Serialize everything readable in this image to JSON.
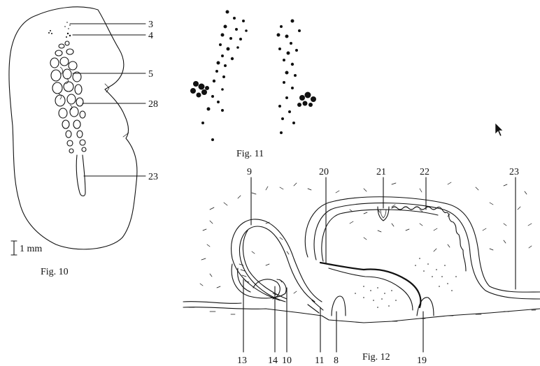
{
  "figures": [
    {
      "caption": "Fig.  10",
      "scale_bar": "1 mm",
      "labels": [
        "3",
        "4",
        "5",
        "28",
        "23"
      ]
    },
    {
      "caption": "Fig. 11"
    },
    {
      "caption": "Fig. 12",
      "top_labels": [
        "9",
        "20",
        "21",
        "22",
        "23"
      ],
      "bottom_labels": [
        "13",
        "14",
        "10",
        "11",
        "8",
        "19"
      ]
    }
  ],
  "colors": {
    "ink": "#111111",
    "background": "#ffffff"
  },
  "cursor": {
    "icon": "mouse-pointer-icon"
  }
}
